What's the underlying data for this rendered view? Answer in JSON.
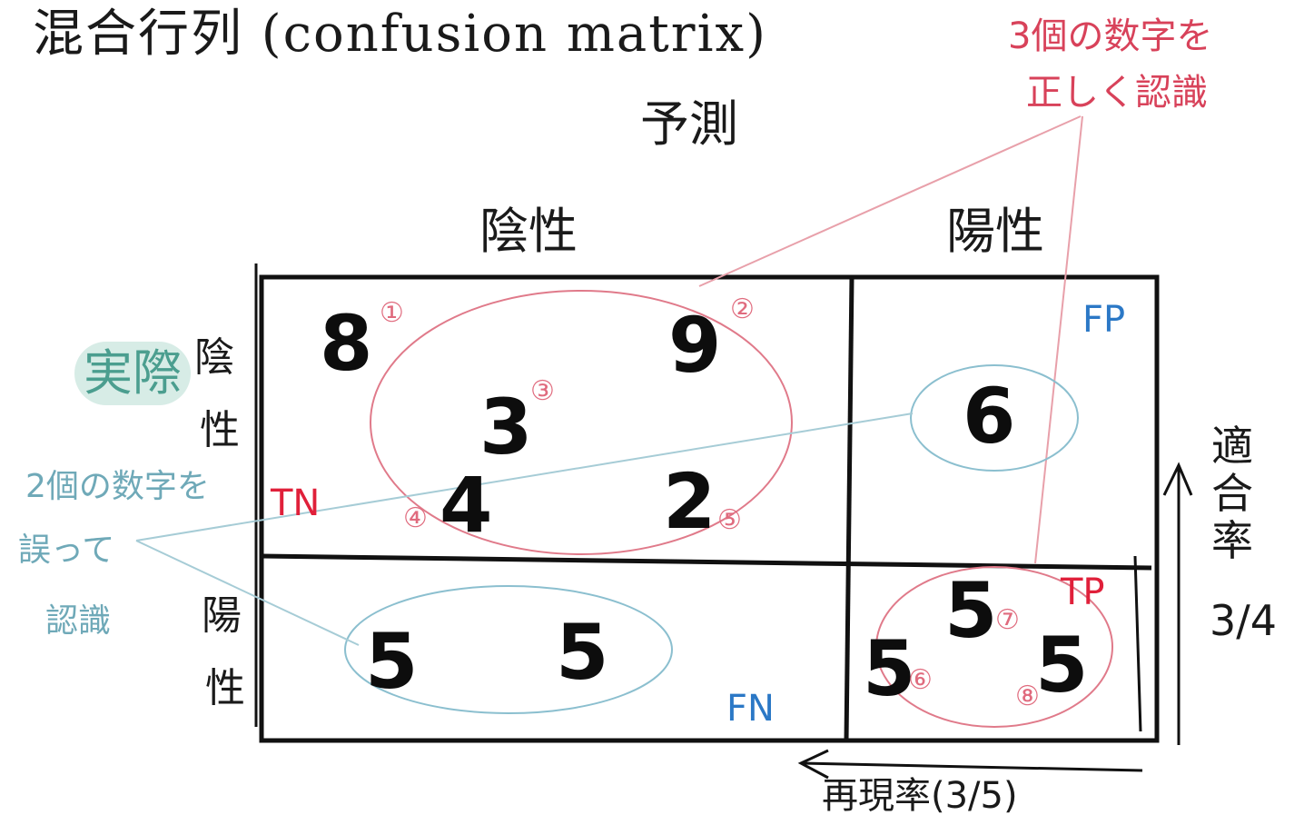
{
  "title": "混合行列 (confusion matrix)",
  "correct_note": [
    "3個の数字を",
    "正しく認識"
  ],
  "predicted_label": "予測",
  "actual_label": "実際",
  "columns": [
    "陰性",
    "陽性"
  ],
  "rows": [
    [
      "陰",
      "性"
    ],
    [
      "陽",
      "性"
    ]
  ],
  "wrong_note": [
    "2個の数字を",
    "誤って",
    "認識"
  ],
  "cells": {
    "tn": {
      "abbr": "TN",
      "digits": [
        "8",
        "9",
        "3",
        "4",
        "2"
      ],
      "marks": [
        "①",
        "②",
        "③",
        "④",
        "⑤"
      ]
    },
    "fp": {
      "abbr": "FP",
      "digits": [
        "6"
      ]
    },
    "fn": {
      "abbr": "FN",
      "digits": [
        "5",
        "5"
      ]
    },
    "tp": {
      "abbr": "TP",
      "digits": [
        "5",
        "5",
        "5"
      ],
      "marks": [
        "⑦",
        "⑥",
        "⑧"
      ]
    }
  },
  "precision_label": [
    "適",
    "合",
    "率",
    "3/4"
  ],
  "recall_label": "再現率(3/5)",
  "colors": {
    "ink": "#1a1a1a",
    "red_annotation": "#d8425a",
    "blue_annotation": "#2b78c6",
    "teal_annotation": "#6fa9b8",
    "actual_highlight": "#d7ece6"
  }
}
